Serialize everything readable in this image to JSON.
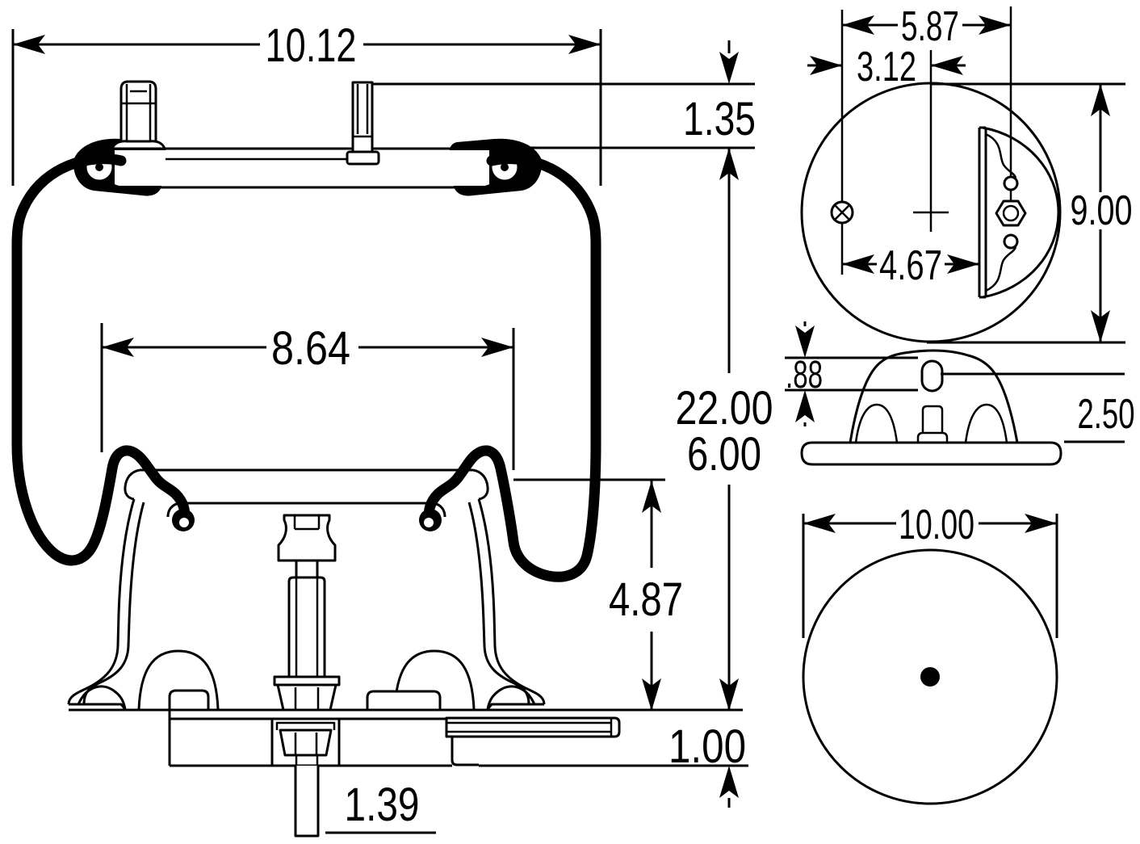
{
  "drawing": {
    "background": "#ffffff",
    "line_color": "#000000",
    "dimensions": {
      "front": {
        "overall_width": "10.12",
        "plate_drop": "1.35",
        "piston_top_width": "8.64",
        "extended_height": "22.00",
        "design_height": "6.00",
        "piston_height": "4.87",
        "bracket_drop": "1.00",
        "stud_length": "1.39"
      },
      "top": {
        "stud_spacing": "5.87",
        "fitting_offset": "3.12",
        "plate_depth": "9.00",
        "fitting_to_bracket": "4.67"
      },
      "side": {
        "slot_height": ".88",
        "mount_height": "2.50"
      },
      "bottom": {
        "piston_diameter": "10.00"
      }
    }
  }
}
